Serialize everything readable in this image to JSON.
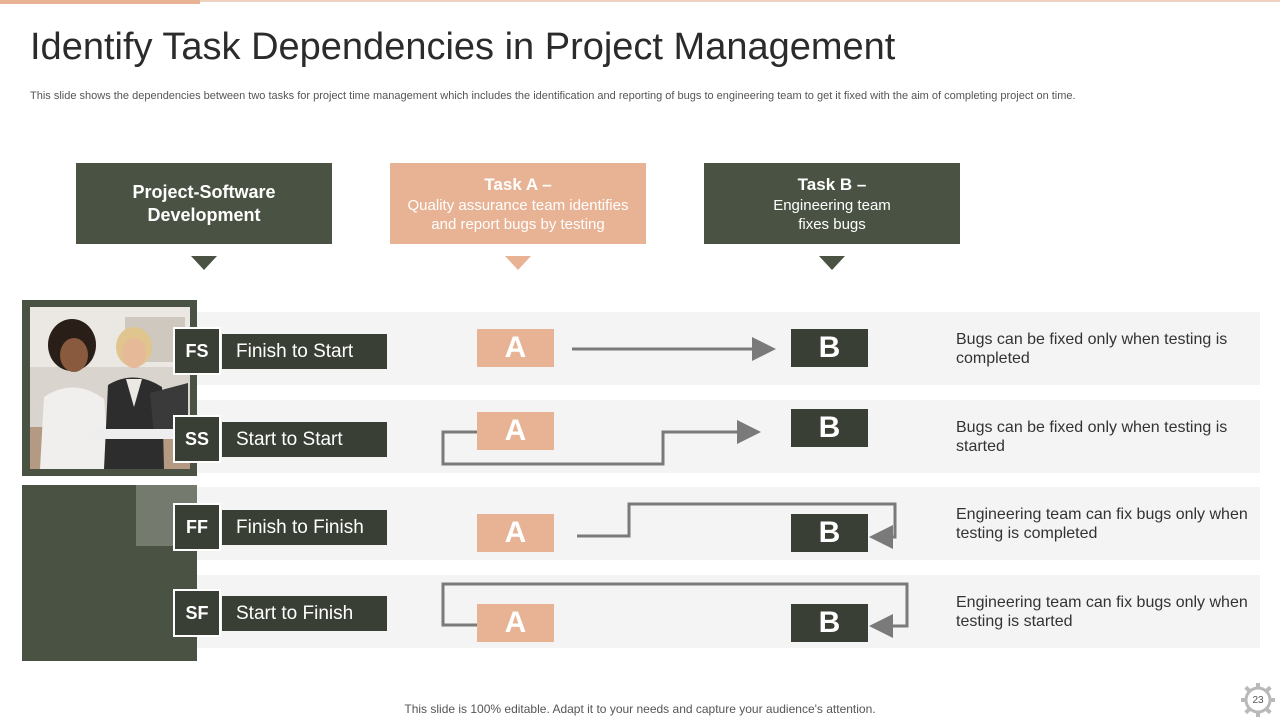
{
  "title": "Identify Task Dependencies in Project Management",
  "subtitle": "This slide shows the dependencies between two tasks for project time management which includes the identification and reporting of bugs to engineering team to get it fixed with the aim of completing project on time.",
  "headers": {
    "project": {
      "title": "Project-Software Development"
    },
    "task_a": {
      "title": "Task A –",
      "desc": "Quality assurance team identifies and report bugs by testing"
    },
    "task_b": {
      "title": "Task B –",
      "desc": "Engineering team fixes bugs"
    }
  },
  "rows": [
    {
      "code": "FS",
      "label": "Finish to Start",
      "a": "A",
      "b": "B",
      "desc": "Bugs can be fixed only when testing is completed"
    },
    {
      "code": "SS",
      "label": "Start to Start",
      "a": "A",
      "b": "B",
      "desc": "Bugs can be fixed only when testing is started"
    },
    {
      "code": "FF",
      "label": "Finish to Finish",
      "a": "A",
      "b": "B",
      "desc": "Engineering team can fix bugs only when testing is completed"
    },
    {
      "code": "SF",
      "label": "Start to Finish",
      "a": "A",
      "b": "B",
      "desc": "Engineering team can fix bugs only when testing is started"
    }
  ],
  "footer": "This slide is 100% editable. Adapt it to your needs and capture your audience's attention.",
  "page_number": "23",
  "colors": {
    "dark": "#4a5343",
    "darker": "#393f35",
    "peach": "#e8b394",
    "band": "#f4f4f4"
  }
}
